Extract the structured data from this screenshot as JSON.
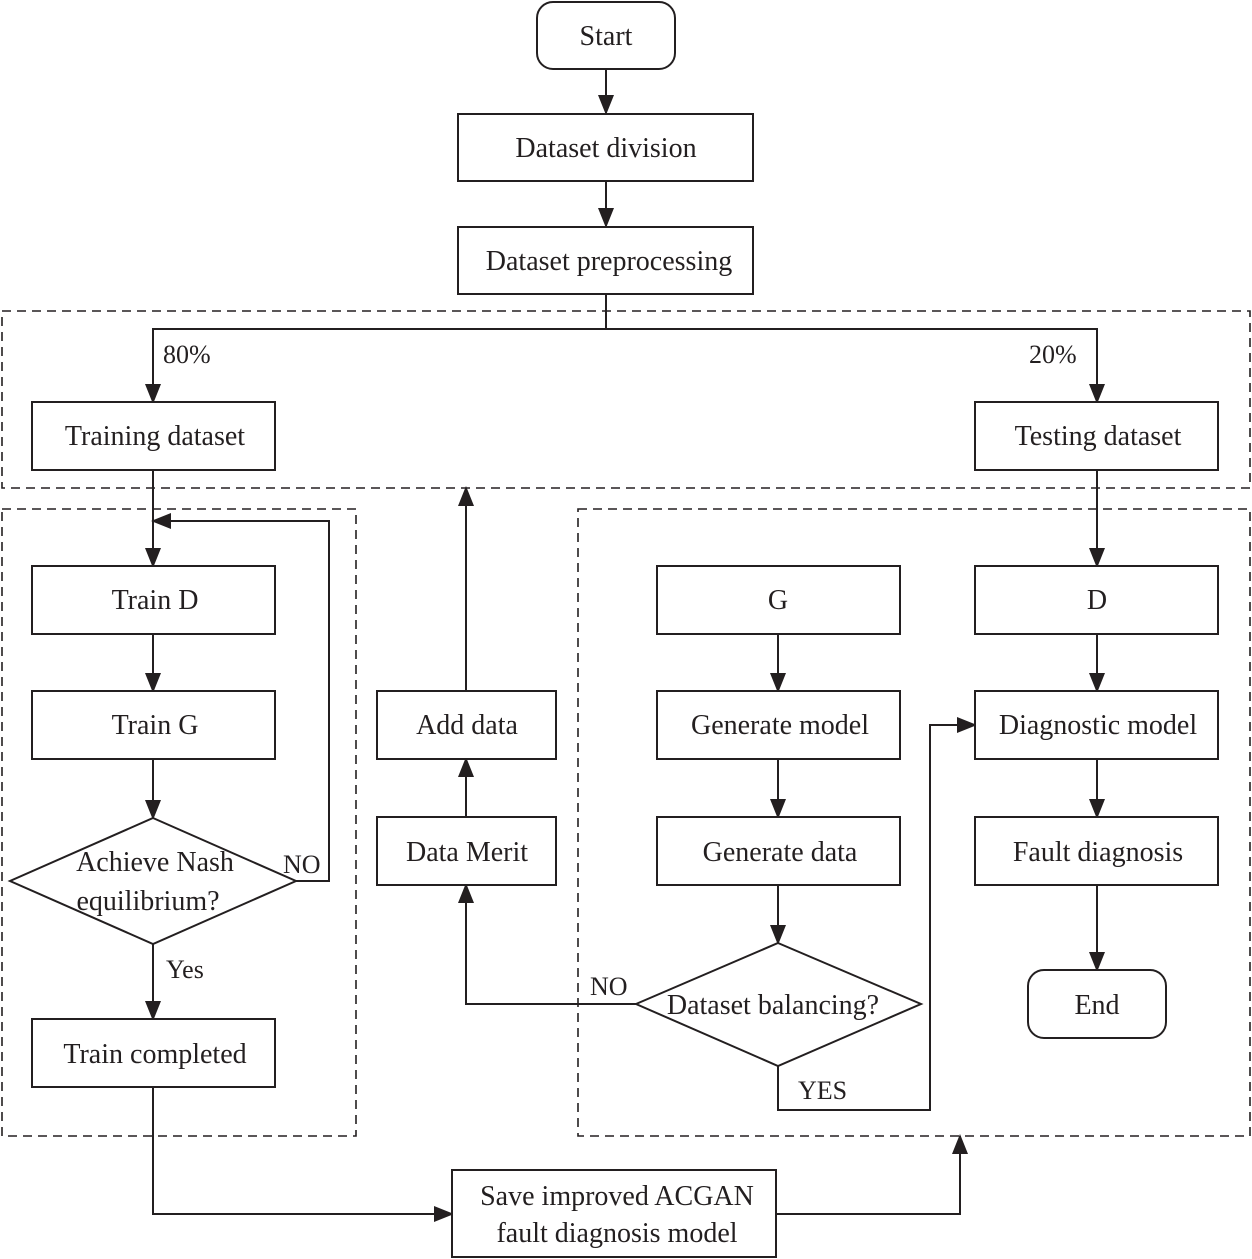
{
  "nodes": {
    "start": "Start",
    "dataset_division": "Dataset division",
    "dataset_preprocessing": "Dataset preprocessing",
    "training_dataset": "Training dataset",
    "testing_dataset": "Testing dataset",
    "train_d": "Train D",
    "train_g": "Train G",
    "nash_line1": "Achieve Nash",
    "nash_line2": "equilibrium?",
    "train_completed": "Train completed",
    "add_data": "Add data",
    "data_merit": "Data Merit",
    "g": "G",
    "generate_model": "Generate model",
    "generate_data": "Generate data",
    "dataset_balancing": "Dataset balancing?",
    "d": "D",
    "diagnostic_model": "Diagnostic model",
    "fault_diagnosis": "Fault diagnosis",
    "end": "End",
    "save_line1": "Save improved ACGAN",
    "save_line2": "fault diagnosis model"
  },
  "edge_labels": {
    "split_train": "80%",
    "split_test": "20%",
    "nash_no": "NO",
    "nash_yes": "Yes",
    "balancing_no": "NO",
    "balancing_yes": "YES"
  }
}
